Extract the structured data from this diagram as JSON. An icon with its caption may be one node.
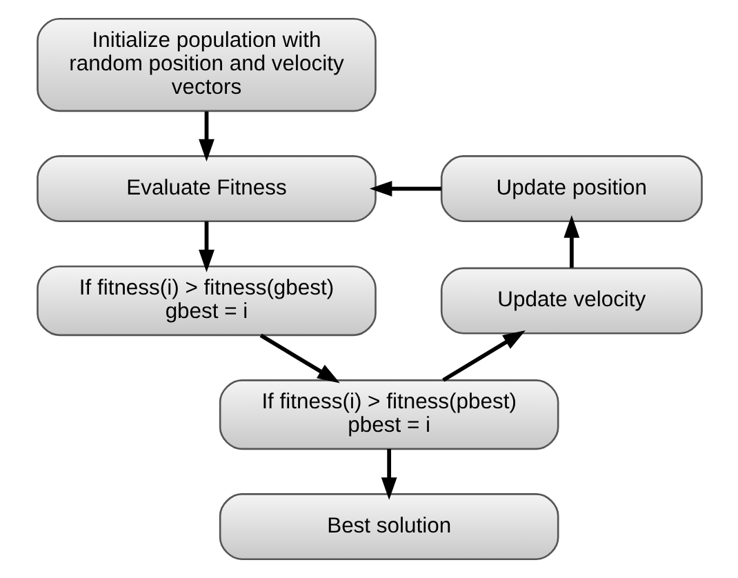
{
  "diagram": {
    "nodes": [
      {
        "text": [
          "Initialize population with random position and velocity vectors"
        ]
      },
      {
        "text": [
          "Evaluate Fitness"
        ]
      },
      {
        "text": [
          "If fitness(i) > fitness(gbest) gbest = i"
        ]
      },
      {
        "text": [
          "If fitness(i) > fitness(pbest) pbest = i"
        ]
      },
      {
        "text": [
          "Best solution"
        ]
      },
      {
        "text": [
          "Update position"
        ]
      },
      {
        "text": [
          "Update velocity"
        ]
      }
    ],
    "edges": [
      {
        "from": 0,
        "to": 1,
        "arrow": "to"
      },
      {
        "from": 1,
        "to": 2,
        "arrow": "to"
      },
      {
        "from": 2,
        "to": 3,
        "arrow": "to"
      },
      {
        "from": 3,
        "to": 4,
        "arrow": "to"
      },
      {
        "from": 3,
        "to": 6,
        "arrow": "to"
      },
      {
        "from": 6,
        "to": 5,
        "arrow": "to"
      },
      {
        "from": 5,
        "to": 1,
        "arrow": "to"
      }
    ]
  }
}
